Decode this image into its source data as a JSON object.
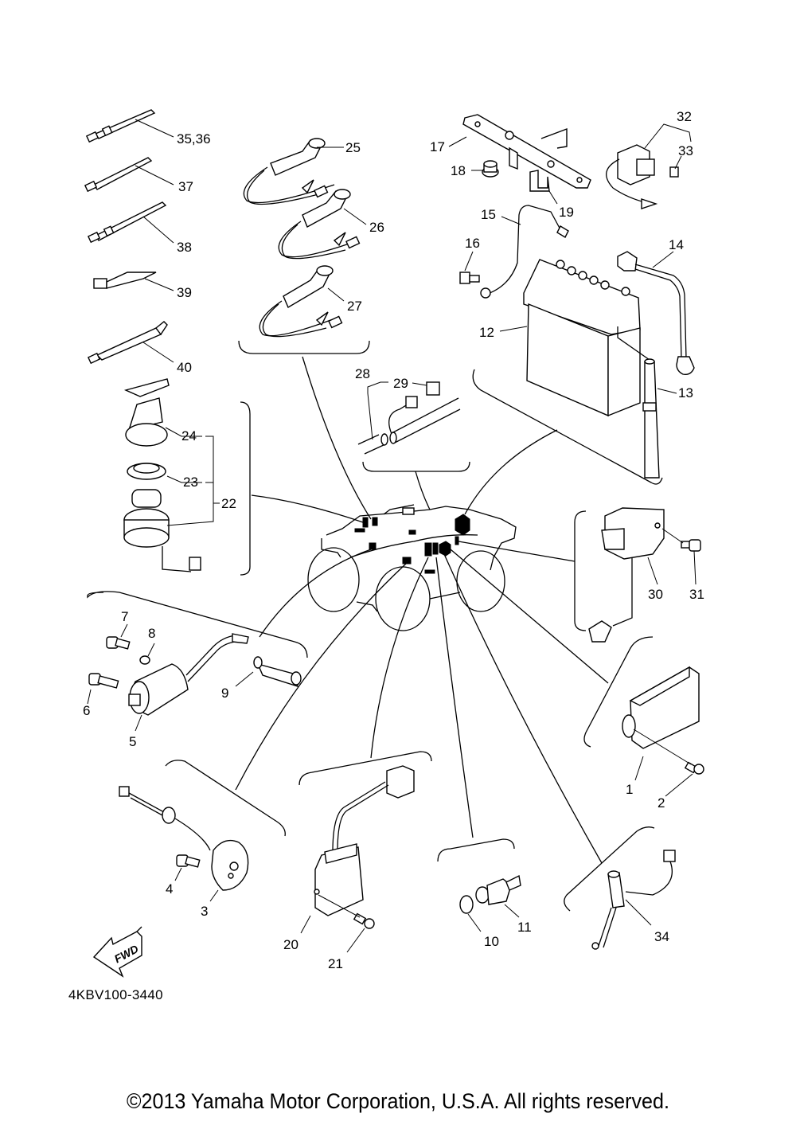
{
  "diagram": {
    "title": "Electrical Parts Diagram",
    "drawing_code": "4KBV100-3440",
    "copyright": "©2013 Yamaha Motor Corporation, U.S.A. All rights reserved.",
    "fwd_label": "FWD",
    "callouts": {
      "c1": "1",
      "c2": "2",
      "c3": "3",
      "c4": "4",
      "c5": "5",
      "c6": "6",
      "c7": "7",
      "c8": "8",
      "c9": "9",
      "c10": "10",
      "c11": "11",
      "c12": "12",
      "c13": "13",
      "c14": "14",
      "c15": "15",
      "c16": "16",
      "c17": "17",
      "c18": "18",
      "c19": "19",
      "c20": "20",
      "c21": "21",
      "c22": "22",
      "c23": "23",
      "c24": "24",
      "c25": "25",
      "c26": "26",
      "c27": "27",
      "c28": "28",
      "c29": "29",
      "c30": "30",
      "c31": "31",
      "c32": "32",
      "c33": "33",
      "c34": "34",
      "c35_36": "35,36",
      "c37": "37",
      "c38": "38",
      "c39": "39",
      "c40": "40"
    }
  }
}
